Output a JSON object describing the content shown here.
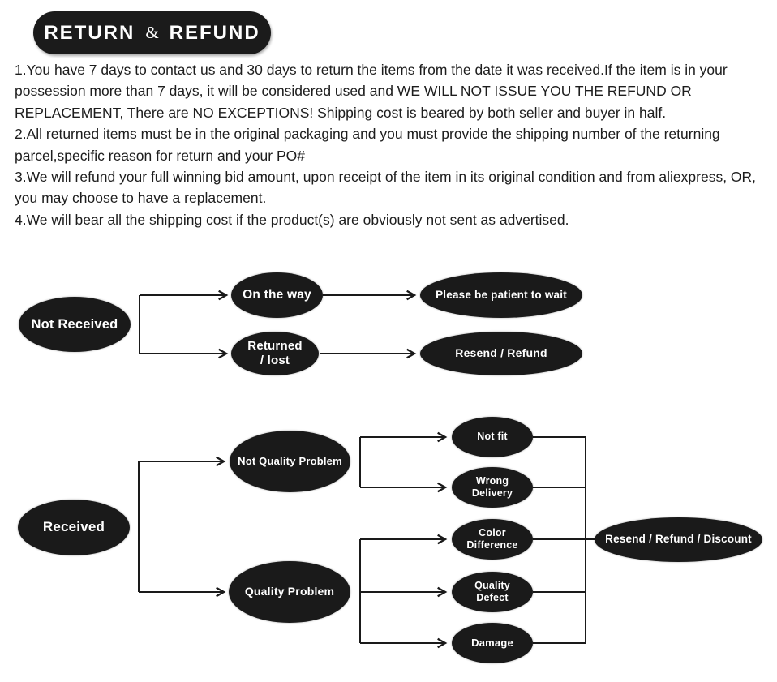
{
  "header": {
    "word1": "RETURN",
    "amp": "&",
    "word2": "REFUND"
  },
  "policy": {
    "items": [
      "1.You have 7 days to contact us and 30 days to return the items from the date it was received.If the item is in your possession more than 7 days, it will be considered used and WE WILL NOT ISSUE YOU THE REFUND OR REPLACEMENT, There are NO EXCEPTIONS! Shipping cost is beared by both seller and buyer in half.",
      "2.All returned items must be in the original packaging and you must provide the shipping number of the returning parcel,specific reason for return and your PO#",
      "3.We will refund your full winning bid amount, upon receipt of the item in its original condition and from aliexpress, OR, you may choose to have a replacement.",
      "4.We will bear all the shipping cost if the product(s) are obviously not sent as advertised."
    ]
  },
  "flowchart": {
    "nodes": {
      "not_received": "Not Received",
      "on_the_way": "On the way",
      "returned_lost": "Returned\n/  lost",
      "please_wait": "Please be patient to wait",
      "resend_refund": "Resend / Refund",
      "received": "Received",
      "not_quality_problem": "Not Quality Problem",
      "quality_problem": "Quality Problem",
      "not_fit": "Not fit",
      "wrong_delivery": "Wrong\nDelivery",
      "color_difference": "Color\nDifference",
      "quality_defect": "Quality\nDefect",
      "damage": "Damage",
      "resend_refund_discount": "Resend / Refund / Discount"
    },
    "colors": {
      "node_fill": "#1a1a1a",
      "node_text": "#ffffff",
      "line": "#1a1a1a",
      "title_bg": "#1b1b1b",
      "title_text": "#ffffff",
      "background": "#ffffff"
    }
  }
}
